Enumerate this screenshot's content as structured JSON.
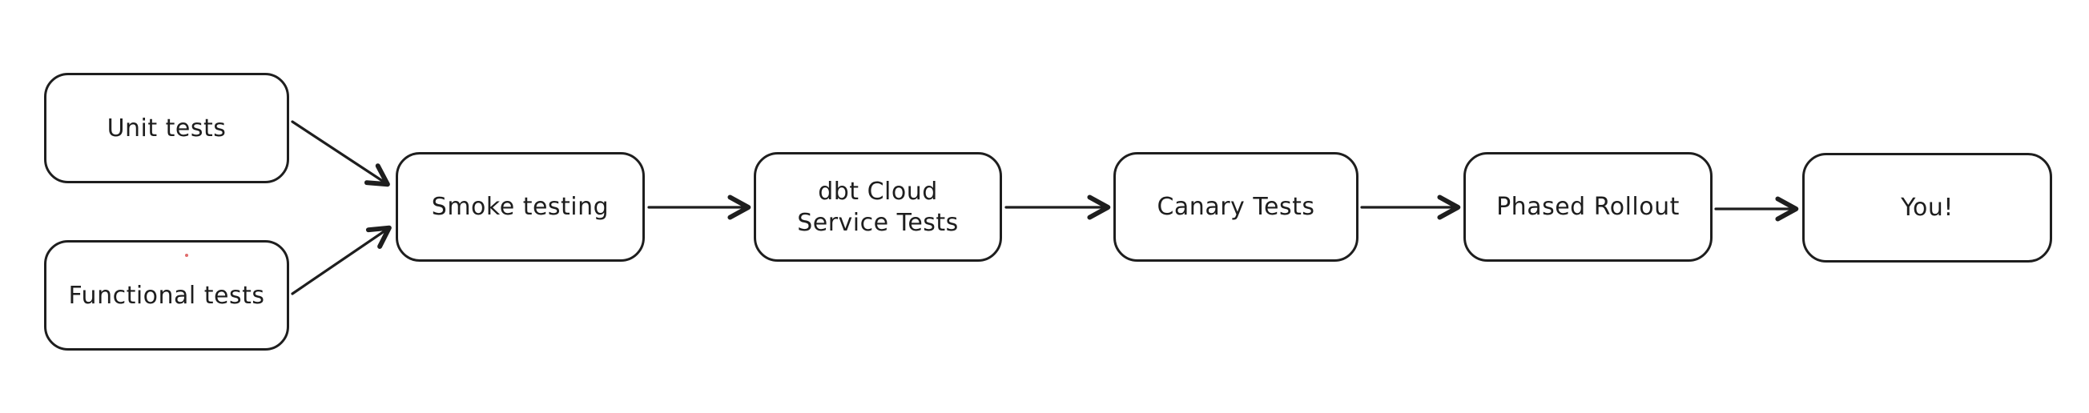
{
  "diagram": {
    "type": "flowchart",
    "style": "hand-drawn",
    "colors": {
      "background": "#ffffff",
      "node_fill": "#ffffff",
      "stroke": "#1e1e1e",
      "artifact_dot": "#e06c6c"
    },
    "nodes": {
      "unit_tests": {
        "label": "Unit tests"
      },
      "functional_tests": {
        "label": "Functional tests"
      },
      "smoke_testing": {
        "label": "Smoke testing"
      },
      "dbt_cloud": {
        "label": "dbt Cloud Service Tests"
      },
      "canary_tests": {
        "label": "Canary Tests"
      },
      "phased_rollout": {
        "label": "Phased Rollout"
      },
      "you": {
        "label": "You!"
      }
    },
    "edges": [
      {
        "from": "unit_tests",
        "to": "smoke_testing"
      },
      {
        "from": "functional_tests",
        "to": "smoke_testing"
      },
      {
        "from": "smoke_testing",
        "to": "dbt_cloud"
      },
      {
        "from": "dbt_cloud",
        "to": "canary_tests"
      },
      {
        "from": "canary_tests",
        "to": "phased_rollout"
      },
      {
        "from": "phased_rollout",
        "to": "you"
      }
    ]
  }
}
